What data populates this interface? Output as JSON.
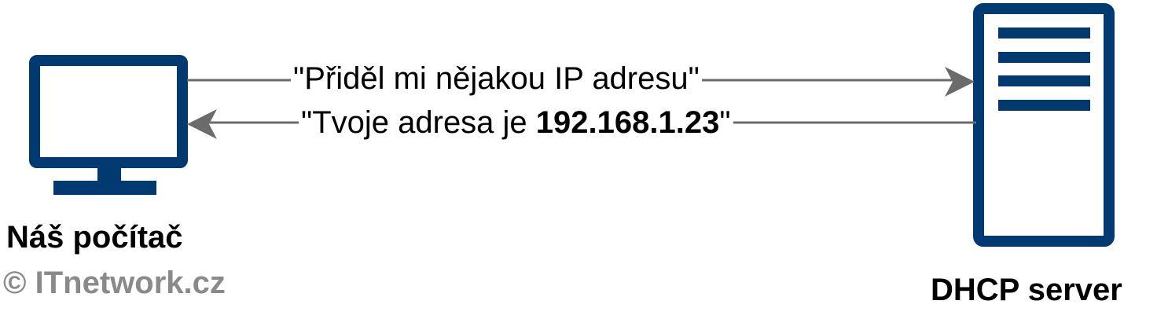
{
  "colors": {
    "device": "#003a70",
    "arrow": "#6b6b6b",
    "text": "#000000",
    "watermark": "#8a8a8a"
  },
  "icons": {
    "client": "computer-monitor-icon",
    "server": "server-tower-icon"
  },
  "request": {
    "text": "\"Přiděl mi nějakou IP adresu\""
  },
  "response": {
    "prefix": "\"Tvoje adresa je ",
    "ip": "192.168.1.23",
    "suffix": "\""
  },
  "client": {
    "label": "Náš počítač"
  },
  "server": {
    "label": "DHCP server"
  },
  "watermark": {
    "symbol": "©",
    "text": "ITnetwork.cz"
  }
}
